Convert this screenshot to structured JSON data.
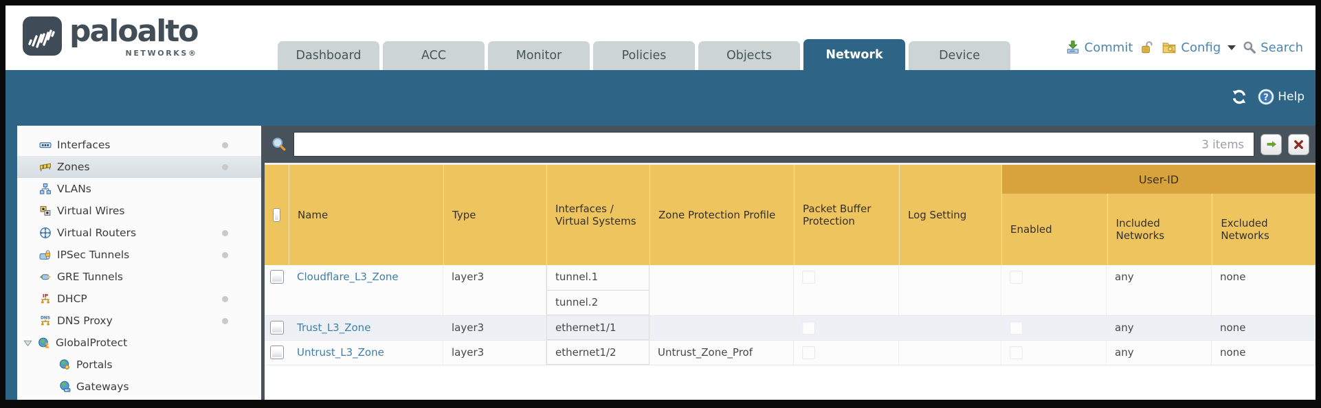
{
  "brand": {
    "name": "paloalto",
    "subtitle": "NETWORKS®"
  },
  "nav": {
    "tabs": [
      {
        "label": "Dashboard",
        "active": false
      },
      {
        "label": "ACC",
        "active": false
      },
      {
        "label": "Monitor",
        "active": false
      },
      {
        "label": "Policies",
        "active": false
      },
      {
        "label": "Objects",
        "active": false
      },
      {
        "label": "Network",
        "active": true
      },
      {
        "label": "Device",
        "active": false
      }
    ]
  },
  "actions": {
    "commit_label": "Commit",
    "config_label": "Config",
    "search_label": "Search",
    "help_label": "Help"
  },
  "sidebar": {
    "items": [
      {
        "label": "Interfaces",
        "icon": "interfaces-icon",
        "has_status_dot": true,
        "selected": false
      },
      {
        "label": "Zones",
        "icon": "zones-icon",
        "has_status_dot": true,
        "selected": true
      },
      {
        "label": "VLANs",
        "icon": "vlans-icon",
        "has_status_dot": false,
        "selected": false
      },
      {
        "label": "Virtual Wires",
        "icon": "virtual-wires-icon",
        "has_status_dot": false,
        "selected": false
      },
      {
        "label": "Virtual Routers",
        "icon": "virtual-routers-icon",
        "has_status_dot": true,
        "selected": false
      },
      {
        "label": "IPSec Tunnels",
        "icon": "ipsec-tunnels-icon",
        "has_status_dot": true,
        "selected": false
      },
      {
        "label": "GRE Tunnels",
        "icon": "gre-tunnels-icon",
        "has_status_dot": false,
        "selected": false
      },
      {
        "label": "DHCP",
        "icon": "dhcp-icon",
        "has_status_dot": true,
        "selected": false
      },
      {
        "label": "DNS Proxy",
        "icon": "dns-proxy-icon",
        "has_status_dot": true,
        "selected": false
      },
      {
        "label": "GlobalProtect",
        "icon": "globalprotect-icon",
        "has_status_dot": false,
        "selected": false,
        "expanded": true
      },
      {
        "label": "Portals",
        "icon": "portals-icon",
        "has_status_dot": false,
        "selected": false,
        "indent": true
      },
      {
        "label": "Gateways",
        "icon": "gateways-icon",
        "has_status_dot": false,
        "selected": false,
        "indent": true
      }
    ]
  },
  "filter": {
    "value": "",
    "count_label": "3 items"
  },
  "table": {
    "group_header": "User-ID",
    "columns": [
      "",
      "Name",
      "Type",
      "Interfaces / Virtual Systems",
      "Zone Protection Profile",
      "Packet Buffer Protection",
      "Log Setting",
      "Enabled",
      "Included Networks",
      "Excluded Networks"
    ],
    "rows": [
      {
        "name": "Cloudflare_L3_Zone",
        "type": "layer3",
        "interfaces": [
          "tunnel.1",
          "tunnel.2"
        ],
        "zone_protection_profile": "",
        "log_setting": "",
        "packet_buffer_protection_checked": false,
        "user_id_enabled_checked": false,
        "included_networks": "any",
        "excluded_networks": "none"
      },
      {
        "name": "Trust_L3_Zone",
        "type": "layer3",
        "interfaces": [
          "ethernet1/1"
        ],
        "zone_protection_profile": "",
        "log_setting": "",
        "packet_buffer_protection_checked": false,
        "user_id_enabled_checked": false,
        "included_networks": "any",
        "excluded_networks": "none"
      },
      {
        "name": "Untrust_L3_Zone",
        "type": "layer3",
        "interfaces": [
          "ethernet1/2"
        ],
        "zone_protection_profile": "Untrust_Zone_Prof",
        "log_setting": "",
        "packet_buffer_protection_checked": false,
        "user_id_enabled_checked": false,
        "included_networks": "any",
        "excluded_networks": "none"
      }
    ]
  },
  "colors": {
    "teal": "#2e6486",
    "header_gold": "#eec45e",
    "user_id_band": "#d8a23c",
    "link_blue": "#3f7ea6",
    "filter_bar": "#48525a",
    "tab_inactive": "#ccd5d3",
    "sidebar_selected": "#dce2e7",
    "commit_green": "#5aa338",
    "clear_red": "#8e2b22"
  }
}
